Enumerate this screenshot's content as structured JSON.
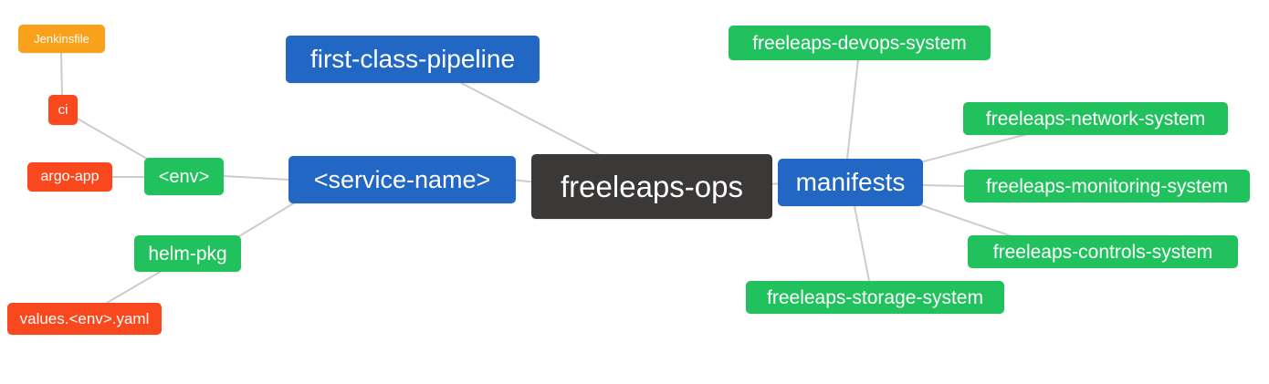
{
  "diagram": {
    "type": "mindmap",
    "root": "freeleaps-ops"
  },
  "colors": {
    "root": "#3b3838",
    "branch": "#2267c3",
    "leaf": "#21c25e",
    "file": "#f9481d",
    "config": "#f9a11b",
    "edge": "#cccccc",
    "text": "#ffffff",
    "background": "#ffffff"
  },
  "nodes": {
    "root": {
      "label": "freeleaps-ops"
    },
    "first_class_pipeline": {
      "label": "first-class-pipeline"
    },
    "service_name": {
      "label": "<service-name>"
    },
    "manifests": {
      "label": "manifests"
    },
    "env": {
      "label": "<env>"
    },
    "helm_pkg": {
      "label": "helm-pkg"
    },
    "ci": {
      "label": "ci"
    },
    "argo_app": {
      "label": "argo-app"
    },
    "jenkinsfile": {
      "label": "Jenkinsfile"
    },
    "values_env_yaml": {
      "label": "values.<env>.yaml"
    },
    "devops_system": {
      "label": "freeleaps-devops-system"
    },
    "network_system": {
      "label": "freeleaps-network-system"
    },
    "monitoring_system": {
      "label": "freeleaps-monitoring-system"
    },
    "controls_system": {
      "label": "freeleaps-controls-system"
    },
    "storage_system": {
      "label": "freeleaps-storage-system"
    }
  },
  "edges": [
    {
      "from": "jenkinsfile",
      "to": "ci"
    },
    {
      "from": "ci",
      "to": "env"
    },
    {
      "from": "argo_app",
      "to": "env"
    },
    {
      "from": "env",
      "to": "service_name"
    },
    {
      "from": "helm_pkg",
      "to": "service_name"
    },
    {
      "from": "values_env_yaml",
      "to": "helm_pkg"
    },
    {
      "from": "first_class_pipeline",
      "to": "root"
    },
    {
      "from": "service_name",
      "to": "root"
    },
    {
      "from": "root",
      "to": "manifests"
    },
    {
      "from": "manifests",
      "to": "devops_system"
    },
    {
      "from": "manifests",
      "to": "network_system"
    },
    {
      "from": "manifests",
      "to": "monitoring_system"
    },
    {
      "from": "manifests",
      "to": "controls_system"
    },
    {
      "from": "manifests",
      "to": "storage_system"
    }
  ]
}
